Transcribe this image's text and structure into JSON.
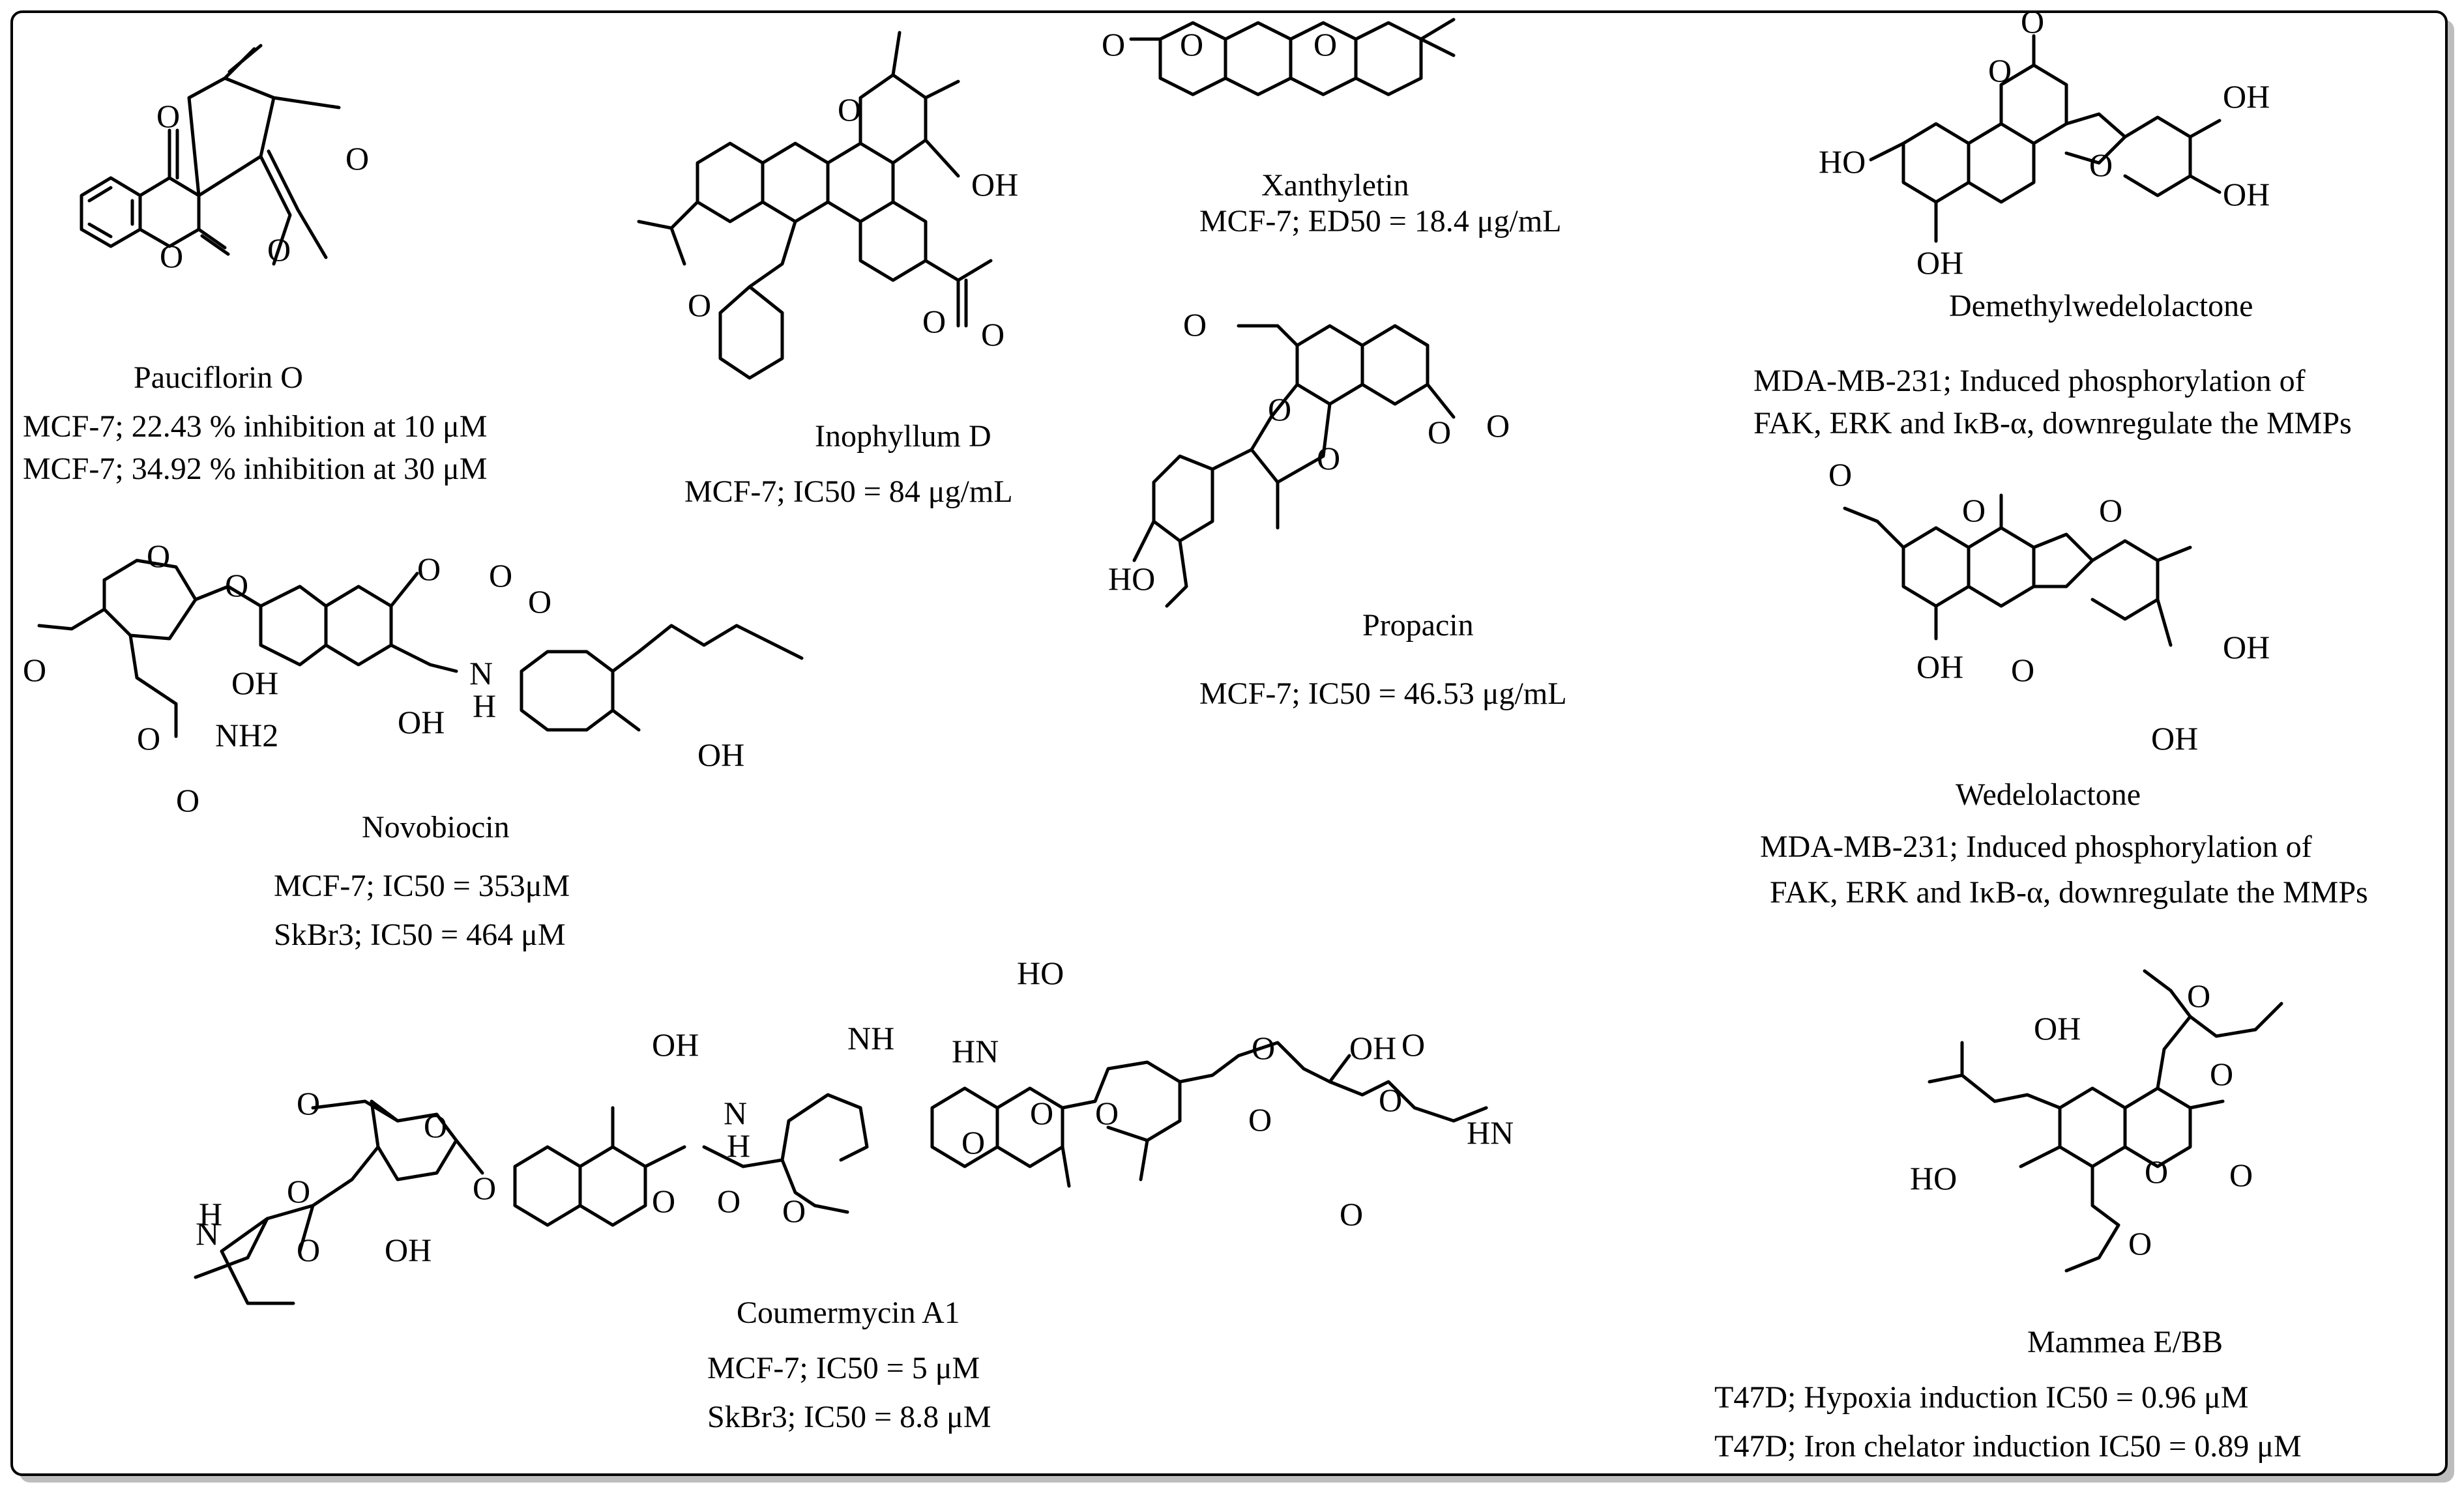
{
  "compounds": [
    {
      "name": "Pauciflorin O",
      "activity": [
        "MCF-7; 22.43 % inhibition at 10 μM",
        "MCF-7; 34.92 % inhibition at 30 μM"
      ]
    },
    {
      "name": "Inophyllum D",
      "activity": [
        "MCF-7; IC50 = 84 μg/mL"
      ]
    },
    {
      "name": "Xanthyletin",
      "activity": [
        "MCF-7; ED50 = 18.4 μg/mL"
      ]
    },
    {
      "name": "Demethylwedelolactone",
      "activity": [
        "MDA-MB-231; Induced phosphorylation of",
        "FAK, ERK and IκB-α, downregulate the MMPs"
      ]
    },
    {
      "name": "Propacin",
      "activity": [
        "MCF-7; IC50 = 46.53 μg/mL"
      ]
    },
    {
      "name": "Novobiocin",
      "activity": [
        "MCF-7; IC50 = 353μM",
        "SkBr3; IC50 = 464 μM"
      ]
    },
    {
      "name": "Wedelolactone",
      "activity": [
        "MDA-MB-231; Induced phosphorylation of",
        "FAK, ERK and IκB-α, downregulate the MMPs"
      ]
    },
    {
      "name": "Coumermycin A1",
      "activity": [
        "MCF-7; IC50 = 5 μM",
        "SkBr3; IC50 = 8.8 μM"
      ]
    },
    {
      "name": "Mammea E/BB",
      "activity": [
        "T47D; Hypoxia induction IC50 = 0.96 μM",
        "T47D; Iron chelator induction IC50 = 0.89 μM"
      ]
    }
  ],
  "atom_labels": {
    "O": "O",
    "OH": "OH",
    "HO": "HO",
    "NH": "NH",
    "NH2": "NH2",
    "N": "N",
    "H": "H",
    "HN": "HN"
  }
}
